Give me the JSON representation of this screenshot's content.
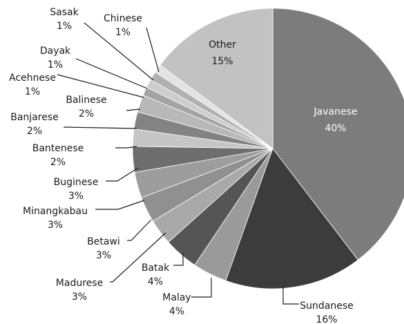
{
  "chart_data": {
    "type": "pie",
    "title": "",
    "slices": [
      {
        "name": "Javanese",
        "label": "40%",
        "value": 40,
        "color": "#7c7c7c",
        "text_color": "#ffffff"
      },
      {
        "name": "Sundanese",
        "label": "16%",
        "value": 16,
        "color": "#3c3c3c",
        "text_color": "#ffffff"
      },
      {
        "name": "Malay",
        "label": "4%",
        "value": 4,
        "color": "#9a9a9a",
        "text_color": "#ffffff"
      },
      {
        "name": "Batak",
        "label": "4%",
        "value": 4,
        "color": "#555555",
        "text_color": "#ffffff"
      },
      {
        "name": "Madurese",
        "label": "3%",
        "value": 3,
        "color": "#a9a9a9",
        "text_color": "#ffffff"
      },
      {
        "name": "Betawi",
        "label": "3%",
        "value": 3,
        "color": "#909090",
        "text_color": "#ffffff"
      },
      {
        "name": "Minangkabau",
        "label": "3%",
        "value": 3,
        "color": "#9d9d9d",
        "text_color": "#ffffff"
      },
      {
        "name": "Buginese",
        "label": "3%",
        "value": 3,
        "color": "#6e6e6e",
        "text_color": "#ffffff"
      },
      {
        "name": "Bantenese",
        "label": "2%",
        "value": 2,
        "color": "#c6c6c6",
        "text_color": "#ffffff"
      },
      {
        "name": "Banjarese",
        "label": "2%",
        "value": 2,
        "color": "#838383",
        "text_color": "#ffffff"
      },
      {
        "name": "Balinese",
        "label": "2%",
        "value": 2,
        "color": "#b8b8b8",
        "text_color": "#ffffff"
      },
      {
        "name": "Acehnese",
        "label": "1%",
        "value": 1,
        "color": "#a4a4a4",
        "text_color": "#ffffff"
      },
      {
        "name": "Dayak",
        "label": "1%",
        "value": 1,
        "color": "#cdcdcd",
        "text_color": "#ffffff"
      },
      {
        "name": "Sasak",
        "label": "1%",
        "value": 1,
        "color": "#b1b1b1",
        "text_color": "#ffffff"
      },
      {
        "name": "Chinese",
        "label": "1%",
        "value": 1,
        "color": "#e3e3e3",
        "text_color": "#ffffff"
      },
      {
        "name": "Other",
        "label": "15%",
        "value": 15,
        "color": "#c2c2c2",
        "text_color": "#1a1a1a"
      }
    ]
  }
}
